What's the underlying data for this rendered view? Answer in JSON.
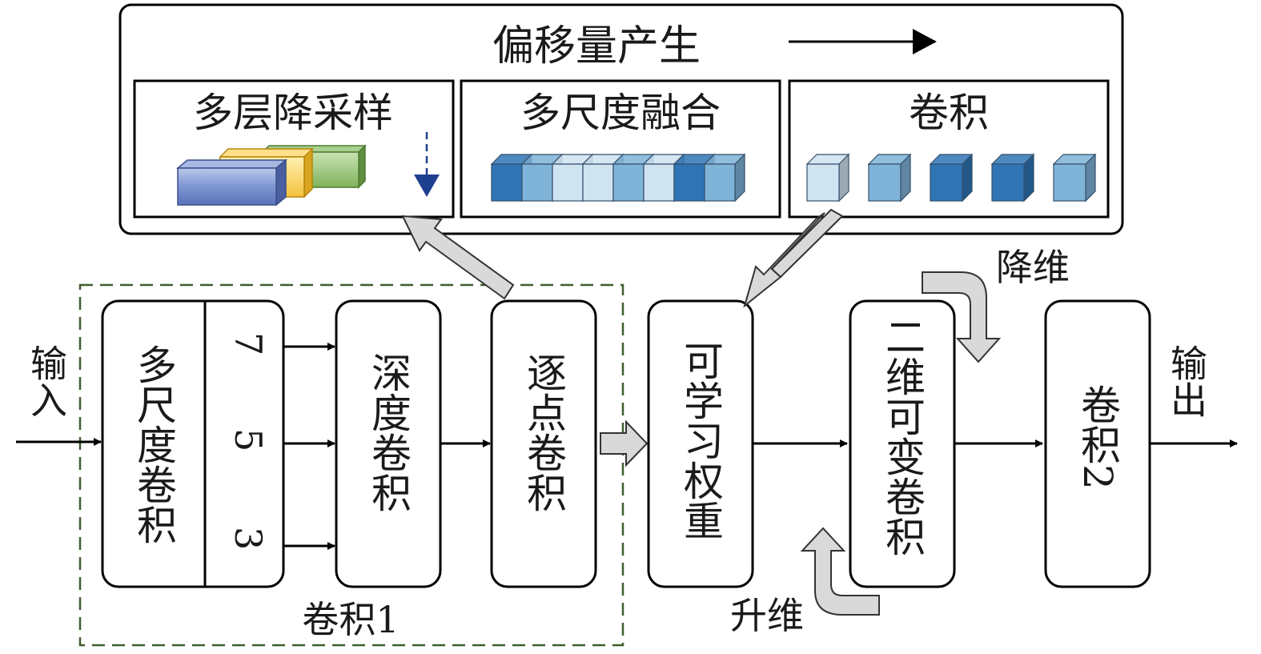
{
  "top_panel": {
    "title": "偏移量产生",
    "sections": [
      {
        "label": "多层降采样"
      },
      {
        "label": "多尺度融合"
      },
      {
        "label": "卷积"
      }
    ]
  },
  "blocks": {
    "multiscale_conv": "多尺度卷积",
    "kernel_sizes": [
      "7",
      "5",
      "3"
    ],
    "depthwise_conv": "深度卷积",
    "pointwise_conv": "逐点卷积",
    "learnable_weight": "可学习权重",
    "deformable_conv_2d": "二维可变卷积",
    "conv2": "卷积2"
  },
  "labels": {
    "input": "输入",
    "output": "输出",
    "conv1_group": "卷积1",
    "reduce_dim": "降维",
    "raise_dim": "升维"
  },
  "colors": {
    "dark_blue": "#2f74b5",
    "mid_blue": "#7fb3d8",
    "light_blue": "#cfe3f1",
    "group_border": "#3f5e2f",
    "arrow_fill": "#d9d9d9"
  }
}
